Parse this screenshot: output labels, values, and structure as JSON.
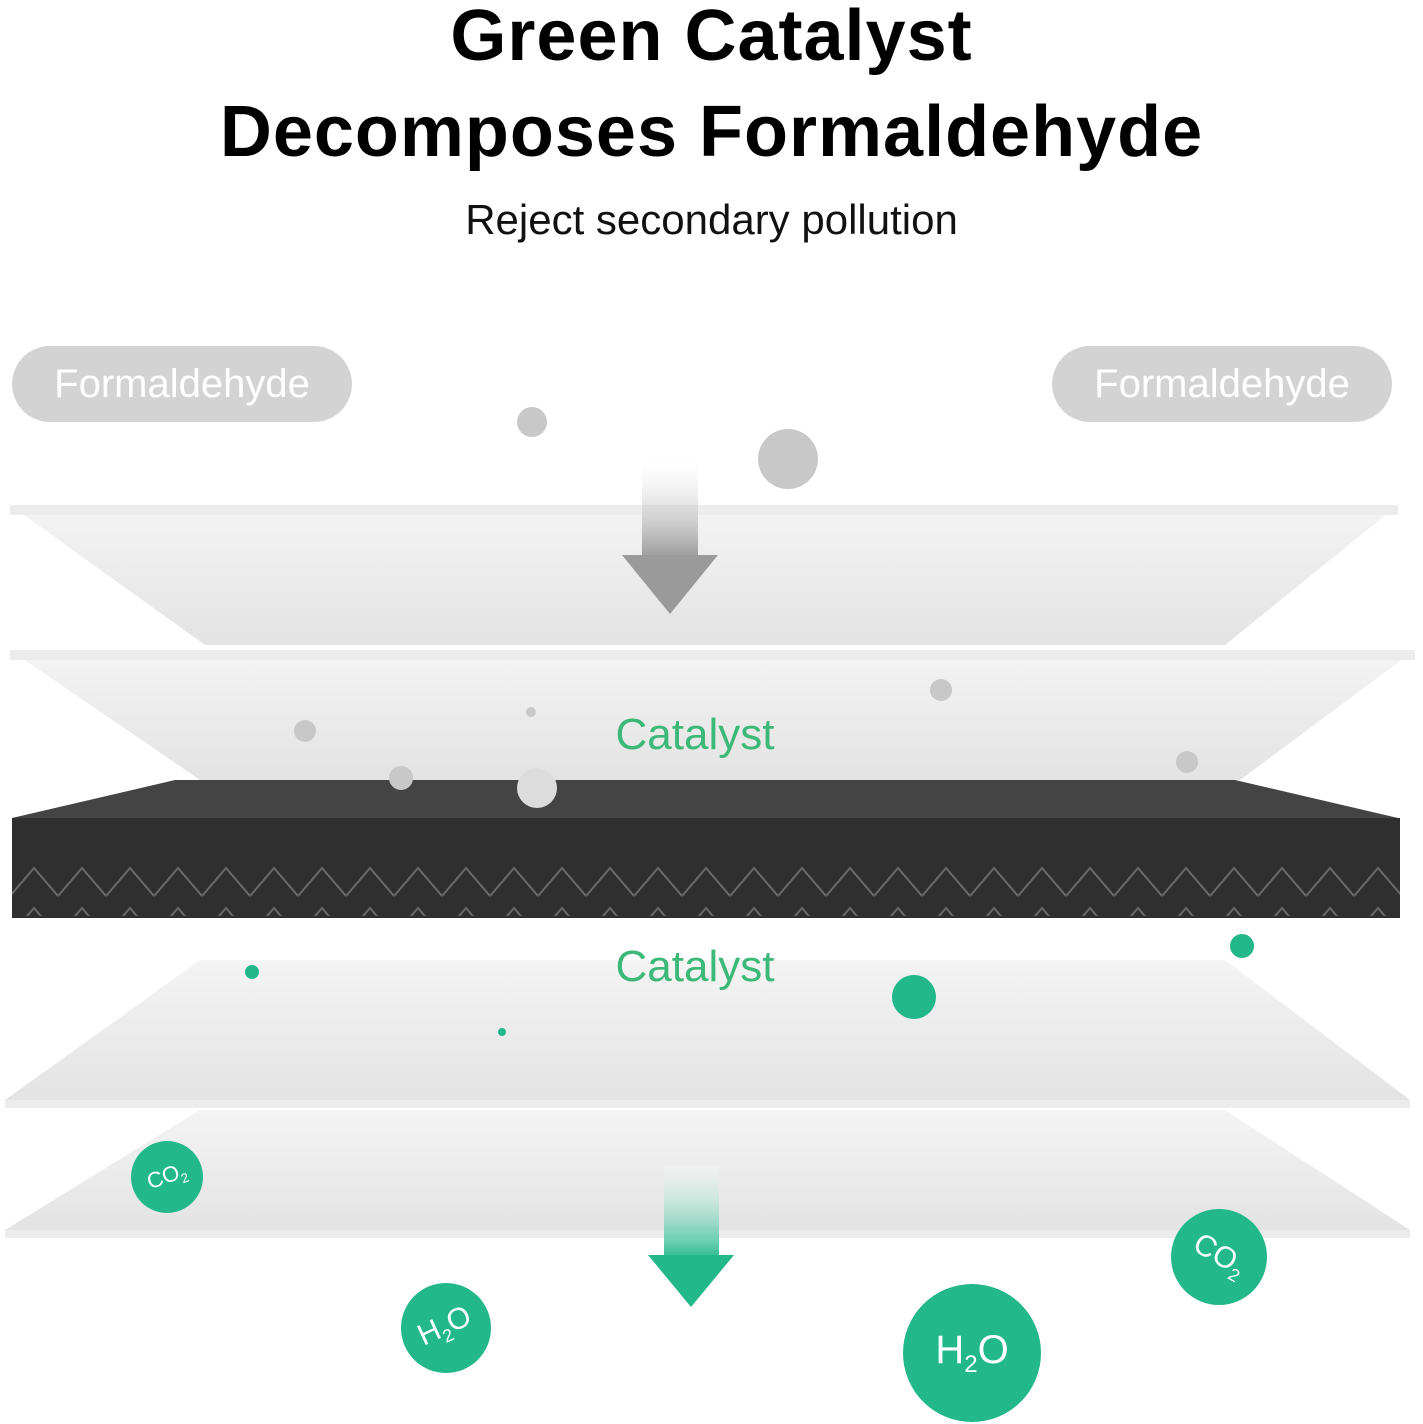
{
  "title_line1": "Green Catalyst",
  "title_line2": "Decomposes Formaldehyde",
  "subtitle": "Reject secondary pollution",
  "labels": {
    "left": "Formaldehyde",
    "right": "Formaldehyde",
    "catalyst_top": "Catalyst",
    "catalyst_bottom": "Catalyst"
  },
  "molecules": [
    {
      "base": "CO",
      "sub": "2"
    },
    {
      "base": "H",
      "sub": "2",
      "tail": "O"
    },
    {
      "base": "H",
      "sub": "2",
      "tail": "O"
    },
    {
      "base": "CO",
      "sub": "2"
    }
  ],
  "colors": {
    "green": "#22b889",
    "catalyst_text": "#3cb878",
    "pill_bg": "#d3d3d3",
    "dark_layer": "#2f2f2f"
  }
}
